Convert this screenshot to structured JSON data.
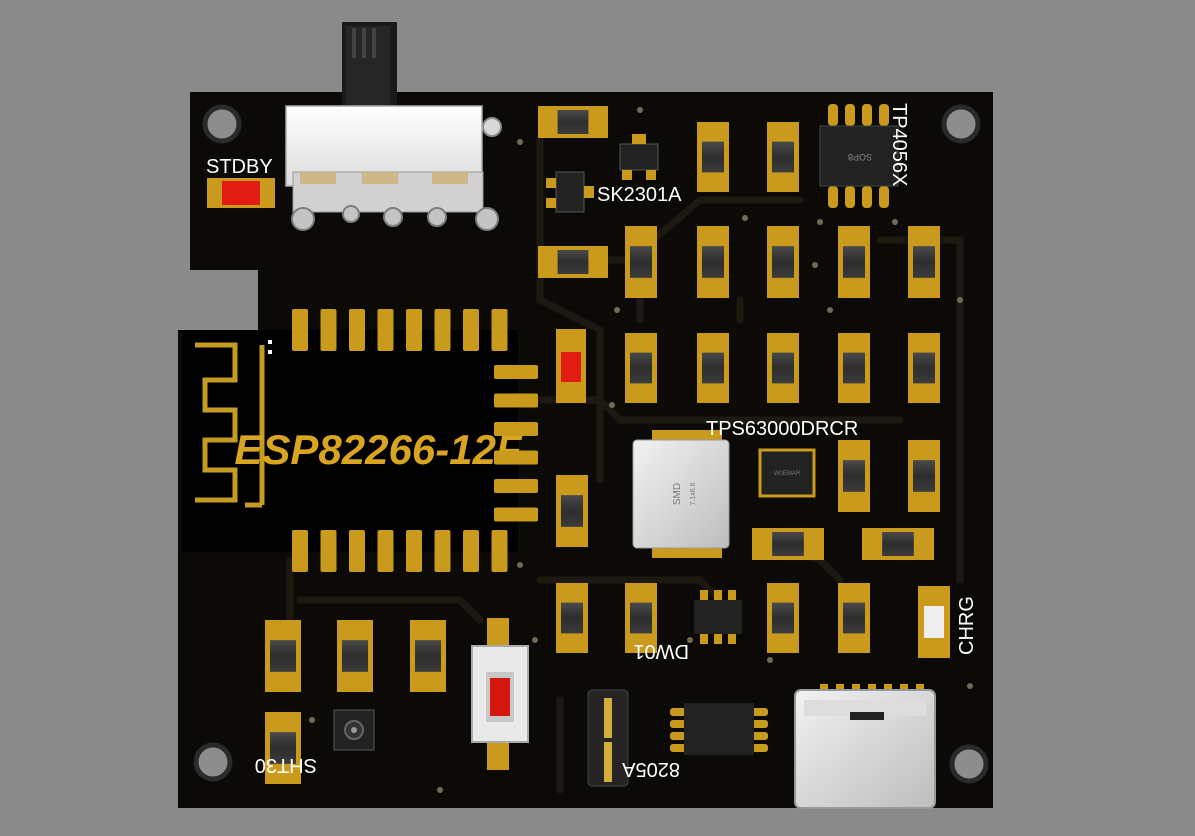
{
  "colors": {
    "background": "#8a8a8a",
    "board": "#0c0a07",
    "trace": "#1e1a12",
    "gold": "#c99a1c",
    "silk": "#ffffff",
    "led_red": "#e21b14",
    "module_text": "#d9a420"
  },
  "board": {
    "module_label": "ESP82266-12F",
    "labels": {
      "stdby": "STDBY",
      "chrg": "CHRG",
      "sk2301a": "SK2301A",
      "tp4056x": "TP4056X",
      "tps63000": "TPS63000DRCR",
      "dw01": "DW01",
      "sht30": "SHT30",
      "ic8205a": "8205A",
      "sop8": "SOP8",
      "smd": "SMD",
      "inductor_size": "7.1x6.6"
    }
  }
}
